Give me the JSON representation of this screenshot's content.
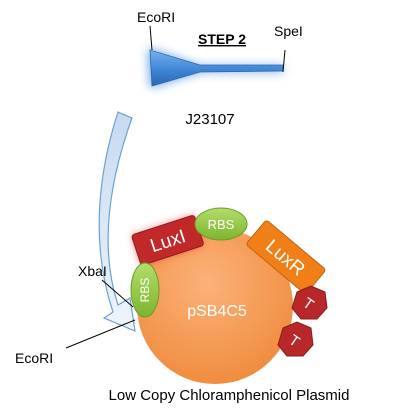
{
  "labels": {
    "step": "STEP 2",
    "ecori_top": "EcoRI",
    "spei": "SpeI",
    "promoter": "J23107",
    "xbai": "XbaI",
    "ecori_bottom": "EcoRI",
    "rbs_top": "RBS",
    "rbs_left": "RBS",
    "luxi": "LuxI",
    "luxr": "LuxR",
    "terminator_1": "T",
    "terminator_2": "T",
    "plasmid": "pSB4C5",
    "caption": "Low Copy Chloramphenicol  Plasmid"
  },
  "colors": {
    "promoter_blue": "#3f86d6",
    "plasmid_orange": "#f7964a",
    "luxi_red": "#c0282a",
    "luxr_orange": "#f07f17",
    "rbs_green": "#8fc63e",
    "terminator_red": "#b8282b",
    "arrow_fill": "#dbe8f7"
  }
}
